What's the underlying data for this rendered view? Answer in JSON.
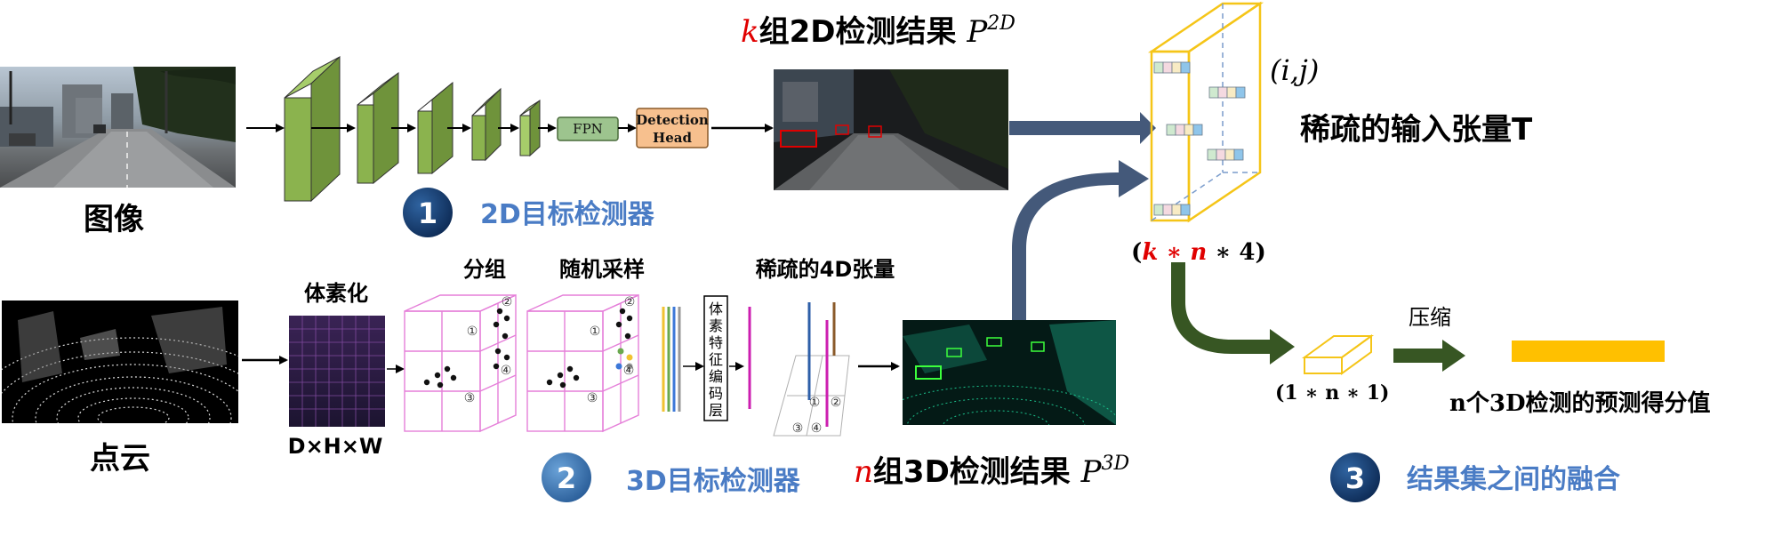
{
  "labels": {
    "image": "图像",
    "pointcloud": "点云",
    "fpn": "FPN",
    "detection_head_1": "Detection",
    "detection_head_2": "Head",
    "det2d_k": "k",
    "det2d_title": "组2D检测结果 ",
    "det2d_sym": "P",
    "det2d_sup": "2D",
    "det3d_n": "n",
    "det3d_title": "组3D检测结果 ",
    "det3d_sym": "P",
    "det3d_sup": "3D",
    "voxelize": "体素化",
    "dims": "D×H×W",
    "group": "分组",
    "random_sample": "随机采样",
    "sparse4d": "稀疏的4D张量",
    "voxel_encoder": [
      "体",
      "素",
      "特",
      "征",
      "编",
      "码",
      "层"
    ],
    "ij": "(i,j)",
    "sparse_tensor": "稀疏的输入张量T",
    "knk_open": "(",
    "knk_k": "k",
    "knk_star1": " ∗ ",
    "knk_n": "n",
    "knk_rest": " ∗ 4)",
    "one_n_one": "(1 ∗ n ∗ 1)",
    "compress": "压缩",
    "scores": "n个3D检测的预测得分值",
    "step1_num": "1",
    "step1_label": "2D目标检测器",
    "step2_num": "2",
    "step2_label": "3D目标检测器",
    "step3_num": "3",
    "step3_label": "结果集之间的融合",
    "circ1": "①",
    "circ2": "②",
    "circ3": "③",
    "circ4": "④"
  },
  "colors": {
    "cnn_front": "#8bb34e",
    "cnn_top": "#a6cd6a",
    "cnn_side": "#6f933b",
    "fpn_fill": "#9dc48e",
    "head_fill": "#f7c08e",
    "step_dark": "#163d70",
    "step_mid": "#3b72ad",
    "step_text": "#4a7cc5",
    "arrow_blue": "#44597a",
    "arrow_green": "#375623",
    "tensor_yellow": "#f5c518",
    "grid_pink": "#e57fd9",
    "red": "#e00000",
    "score_bar": "#ffc000"
  }
}
